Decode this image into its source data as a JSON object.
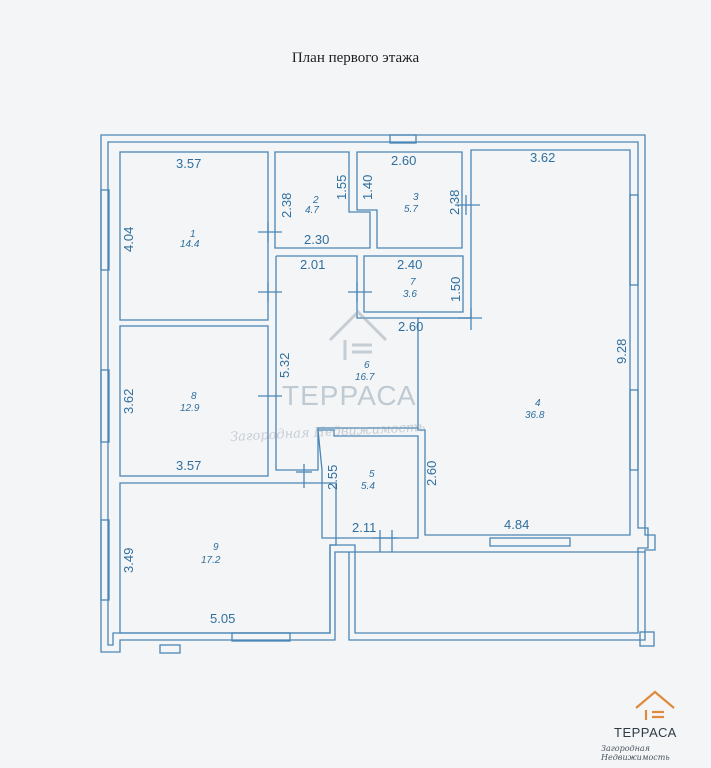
{
  "title": "План первого этажа",
  "colors": {
    "line": "#4a86b6",
    "text": "#2f6f9f",
    "watermark": "#9aa5b0",
    "logo_accent": "#e08a3c"
  },
  "rooms": [
    {
      "id": "1",
      "number": "1",
      "area": "14.4"
    },
    {
      "id": "2",
      "number": "2",
      "area": "4.7"
    },
    {
      "id": "3",
      "number": "3",
      "area": "5.7"
    },
    {
      "id": "4",
      "number": "4",
      "area": "36.8"
    },
    {
      "id": "5",
      "number": "5",
      "area": "5.4"
    },
    {
      "id": "6",
      "number": "6",
      "area": "16.7"
    },
    {
      "id": "7",
      "number": "7",
      "area": "3.6"
    },
    {
      "id": "8",
      "number": "8",
      "area": "12.9"
    },
    {
      "id": "9",
      "number": "9",
      "area": "17.2"
    }
  ],
  "dimensions": {
    "r1_top": "3.57",
    "r1_left": "4.04",
    "r2_left": "2.38",
    "r2_right": "1.55",
    "r2_bottom": "2.30",
    "r3_left": "1.40",
    "r3_top": "2.60",
    "r3_right": "2.38",
    "r4_top": "3.62",
    "r4_right": "9.28",
    "r4_bottom": "4.84",
    "r4_left": "2.60",
    "r6_top": "2.01",
    "r6_left": "5.32",
    "r7_top": "2.40",
    "r7_right": "1.50",
    "r7_bottom": "2.60",
    "r8_left": "3.62",
    "r8_bottom": "3.57",
    "r5_left": "2.55",
    "r5_bottom": "2.11",
    "r9_left": "3.49",
    "r9_bottom": "5.05"
  },
  "watermark": {
    "title": "ТЕРРАСА",
    "subtitle": "Загородная Недвижимость"
  },
  "logo": {
    "title": "ТЕРРАСА",
    "subtitle": "Загородная Недвижимость"
  }
}
